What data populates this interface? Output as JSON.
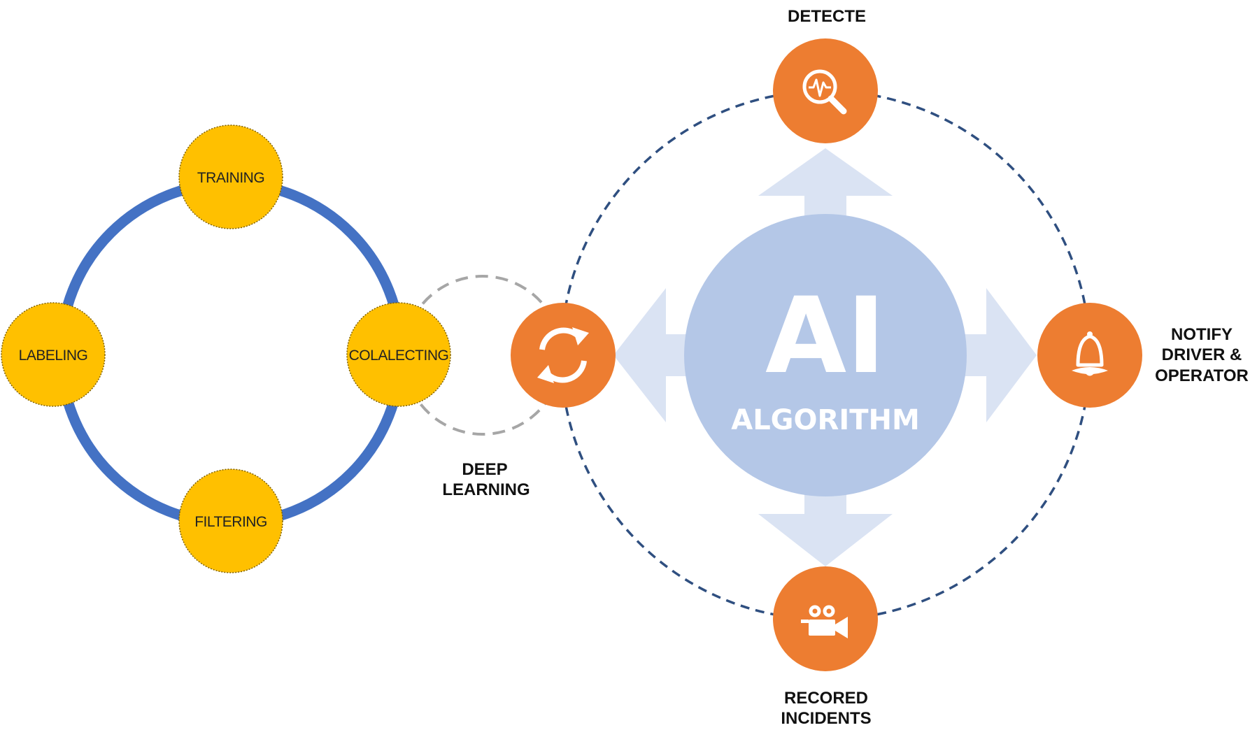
{
  "colors": {
    "cycle_ring": "#4472c4",
    "stage_fill": "#ffc000",
    "stage_border": "#7f6000",
    "node_fill": "#ed7d31",
    "ai_circle": "#b4c7e7",
    "arrow_fill": "#dae3f3",
    "orbit_dash": "#2f4f80",
    "link_dash": "#a6a6a6",
    "text": "#111111"
  },
  "cycle": {
    "stages": {
      "training": "TRAINING",
      "labeling": "LABELING",
      "collecting": "COLALECTING",
      "filtering": "FILTERING"
    }
  },
  "deep_learning": {
    "icon": "sync-icon",
    "label_line1": "DEEP",
    "label_line2": "LEARNING"
  },
  "ai_core": {
    "title": "AI",
    "subtitle": "ALGORITHM"
  },
  "outputs": {
    "detect": {
      "icon": "magnifier-pulse-icon",
      "label": "DETECTE"
    },
    "notify": {
      "icon": "bell-icon",
      "label_line1": "NOTIFY",
      "label_line2": "DRIVER &",
      "label_line3": "OPERATOR"
    },
    "record": {
      "icon": "video-camera-icon",
      "label_line1": "RECORED",
      "label_line2": "INCIDENTS"
    }
  }
}
